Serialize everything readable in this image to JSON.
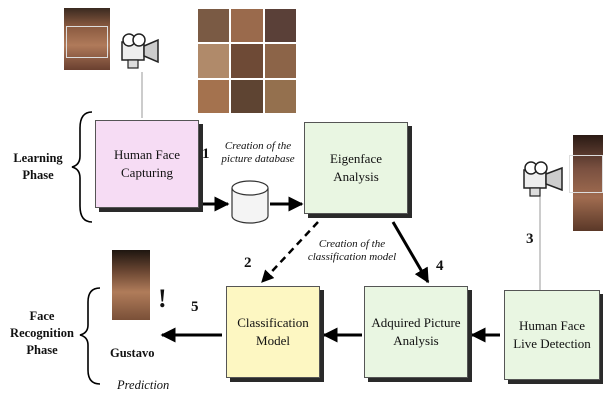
{
  "phases": {
    "learning": "Learning\nPhase",
    "recognition": "Face\nRecognition\nPhase"
  },
  "boxes": {
    "face_capturing": "Human Face\nCapturing",
    "eigenface": "Eigenface\nAnalysis",
    "classification": "Classification\nModel",
    "adquired": "Adquired Picture\nAnalysis",
    "live_detection": "Human Face\nLive Detection"
  },
  "annotations": {
    "picture_database": "Creation of the\npicture database",
    "classification_model": "Creation of the\nclassification model"
  },
  "steps": [
    "1",
    "2",
    "3",
    "4",
    "5"
  ],
  "result": {
    "name": "Gustavo",
    "label": "Prediction",
    "mark": "!"
  },
  "colors": {
    "pink": "#f6dcf4",
    "green": "#e9f6e2",
    "yellow": "#fdf7c2"
  }
}
